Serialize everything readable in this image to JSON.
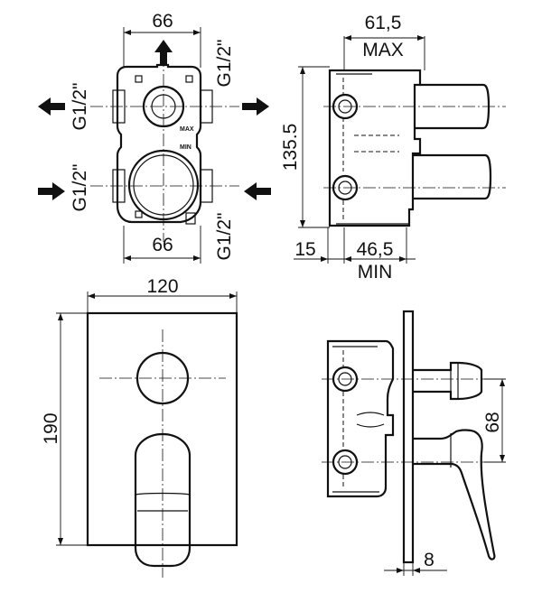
{
  "colors": {
    "line": "#111111",
    "background": "#ffffff"
  },
  "top_left_view": {
    "dim_top_width": "66",
    "dim_bottom_width": "66",
    "thread_top_right": "G1/2\"",
    "thread_bottom_right": "G1/2\"",
    "thread_top_left": "G1/2\"",
    "thread_bottom_left": "G1/2\"",
    "label_max": "MAX",
    "label_min": "MIN"
  },
  "top_right_view": {
    "dim_depth_max": "61,5",
    "label_max": "MAX",
    "dim_height": "135.5",
    "dim_offset": "15",
    "dim_depth_min": "46,5",
    "label_min": "MIN"
  },
  "bottom_left_view": {
    "dim_width": "120",
    "dim_height": "190"
  },
  "bottom_right_view": {
    "dim_spacing": "68",
    "dim_plate": "8"
  }
}
